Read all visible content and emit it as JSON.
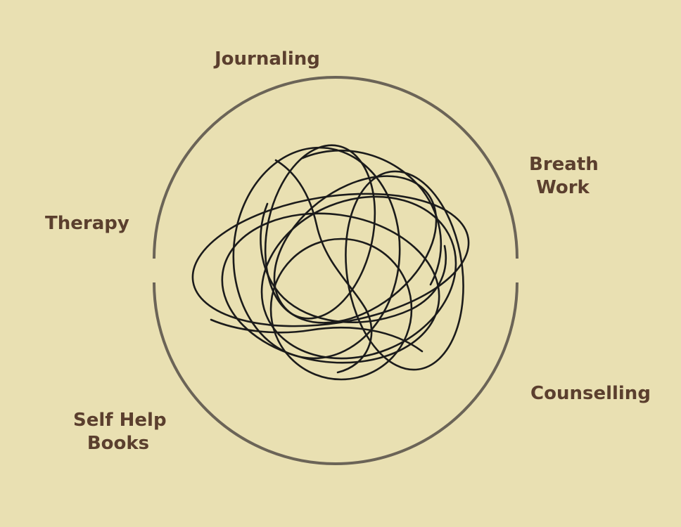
{
  "labels": {
    "journaling": "Journaling",
    "breath_work": [
      "Breath",
      "Work"
    ],
    "therapy": "Therapy",
    "counselling": "Counselling",
    "self_help_books": [
      "Self Help",
      "Books"
    ]
  },
  "colors": {
    "background": "#e9e0b2",
    "label_text": "#5b3f2e",
    "ring": "#6b6457",
    "scribble": "#1b1b1b"
  }
}
